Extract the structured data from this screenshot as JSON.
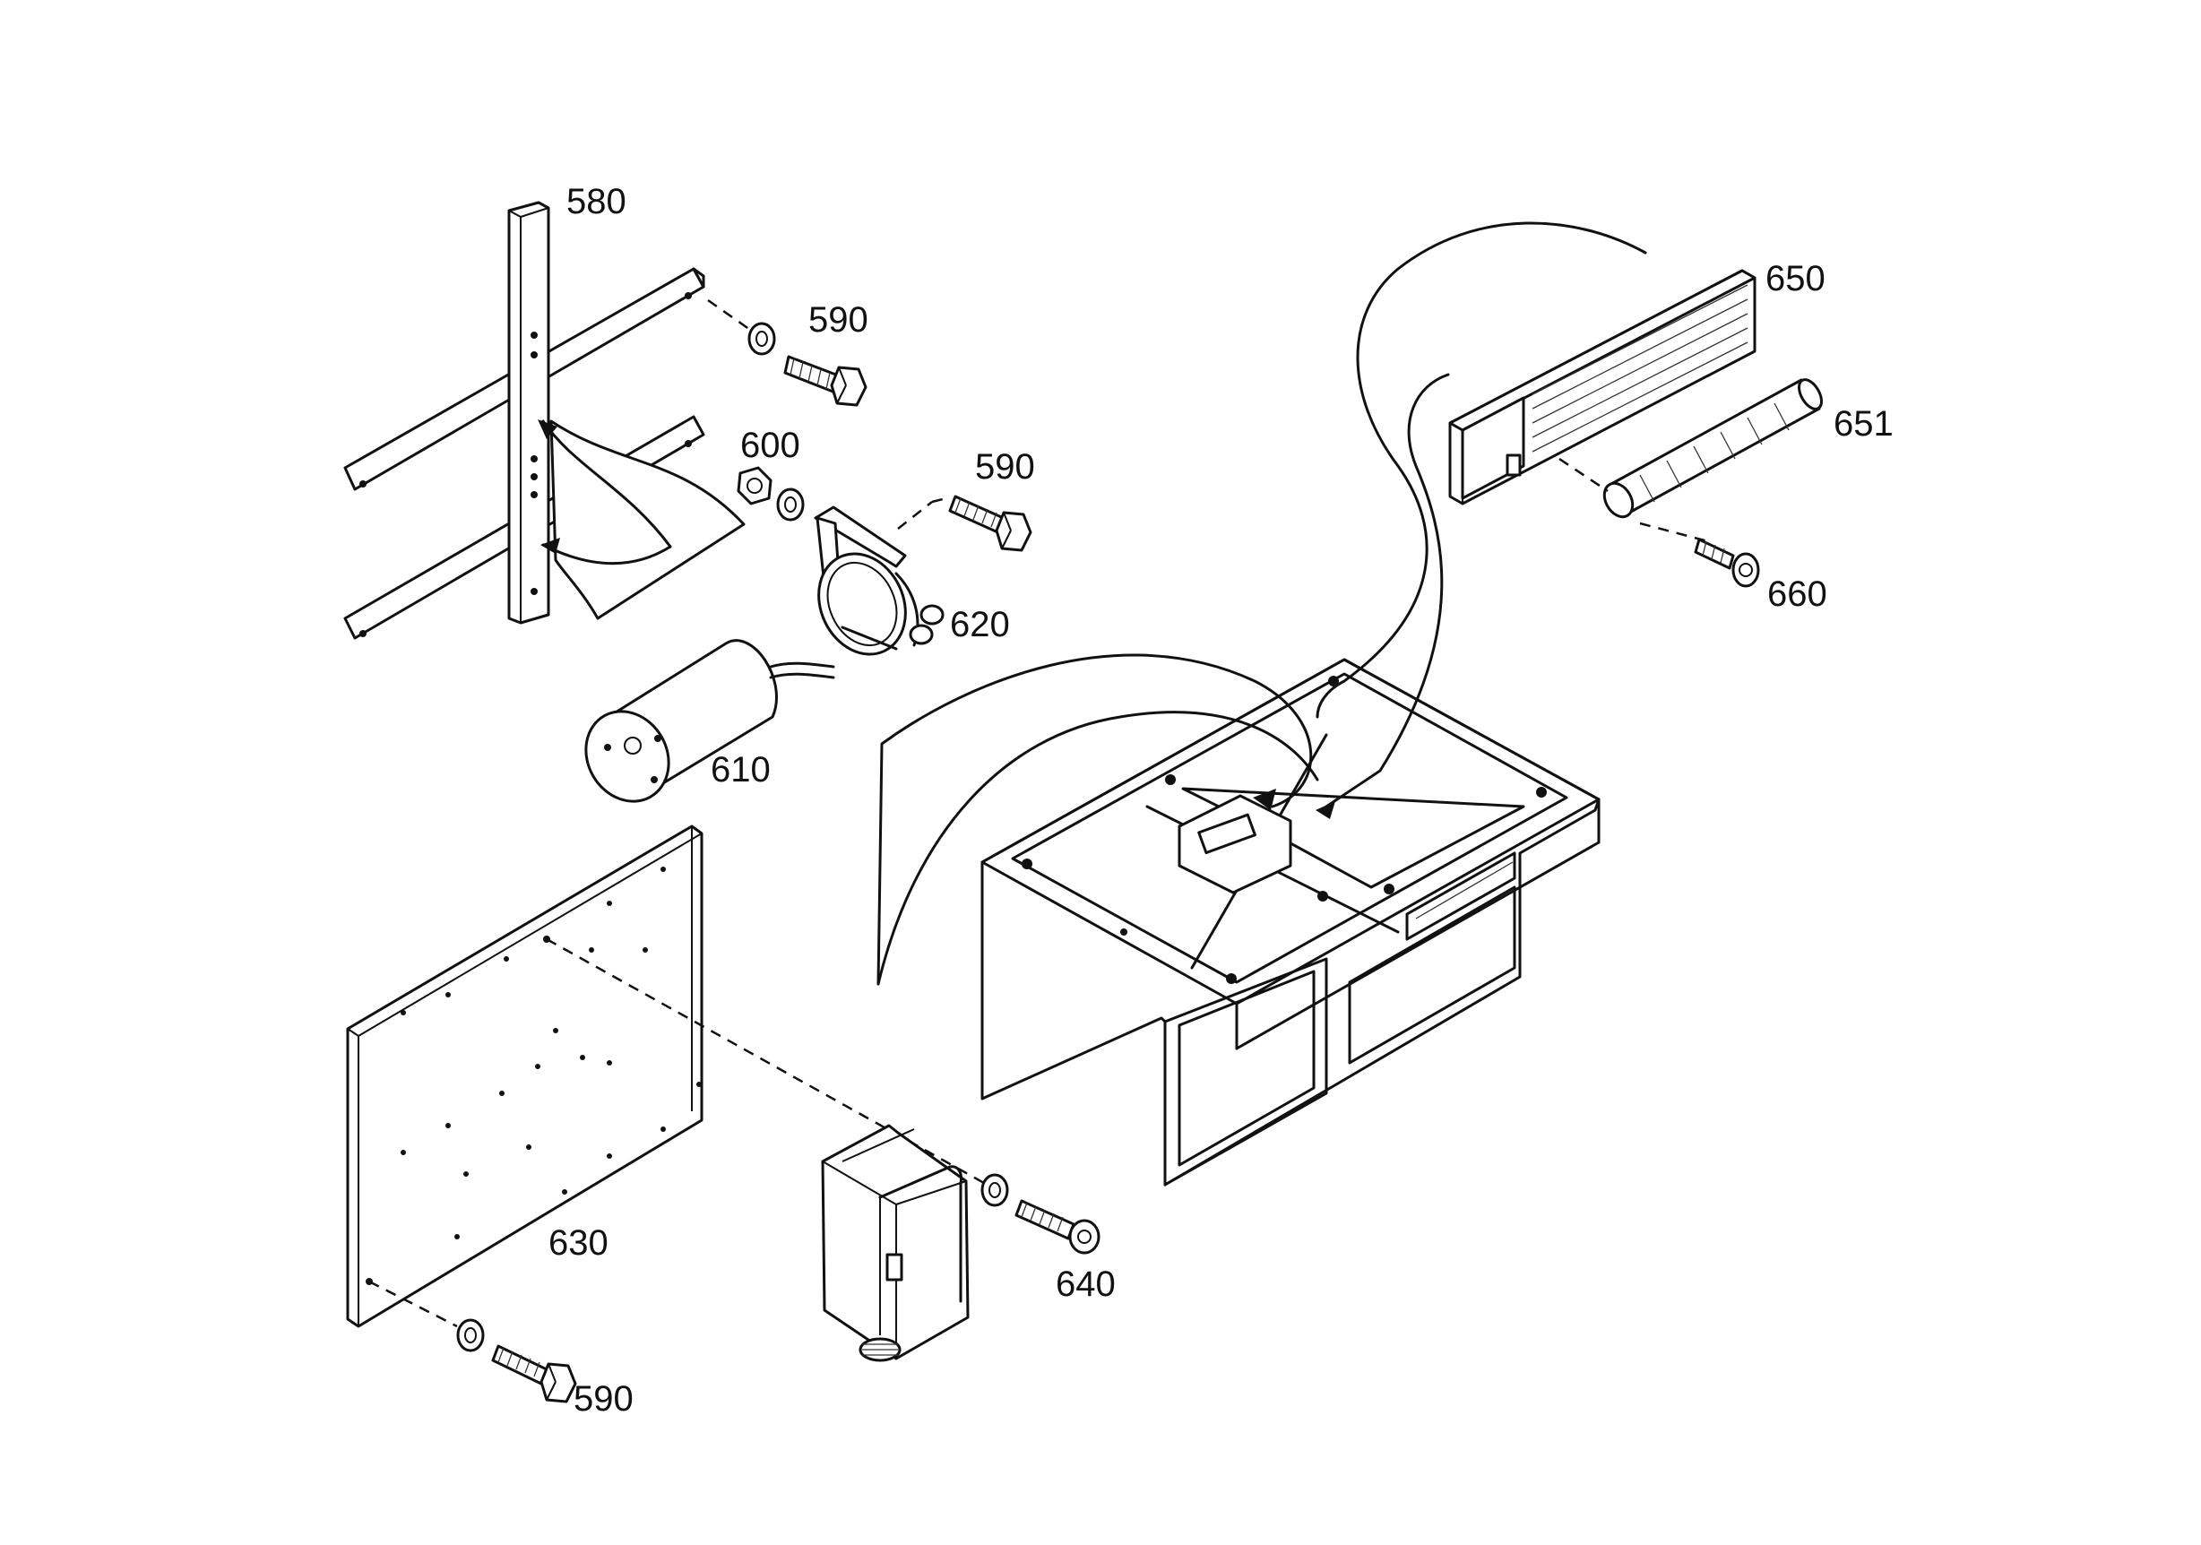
{
  "diagram": {
    "type": "exploded-parts-view",
    "parts": [
      {
        "key": "p580",
        "label": "580",
        "icon": "mounting-bracket-icon"
      },
      {
        "key": "p590a",
        "label": "590",
        "icon": "hex-bolt-icon"
      },
      {
        "key": "p590b",
        "label": "590",
        "icon": "hex-bolt-icon"
      },
      {
        "key": "p590c",
        "label": "590",
        "icon": "hex-bolt-icon"
      },
      {
        "key": "p600",
        "label": "600",
        "icon": "nut-washer-icon"
      },
      {
        "key": "p610",
        "label": "610",
        "icon": "motor-icon"
      },
      {
        "key": "p620",
        "label": "620",
        "icon": "clamp-bracket-icon"
      },
      {
        "key": "p630",
        "label": "630",
        "icon": "mounting-plate-icon"
      },
      {
        "key": "p640",
        "label": "640",
        "icon": "enclosure-box-icon"
      },
      {
        "key": "p650",
        "label": "650",
        "icon": "lamp-housing-icon"
      },
      {
        "key": "p651",
        "label": "651",
        "icon": "tube-lamp-icon"
      },
      {
        "key": "p660",
        "label": "660",
        "icon": "screw-icon"
      }
    ],
    "labels": {
      "p580": "580",
      "p590a": "590",
      "p590b": "590",
      "p590c": "590",
      "p600": "600",
      "p610": "610",
      "p620": "620",
      "p630": "630",
      "p640": "640",
      "p650": "650",
      "p651": "651",
      "p660": "660"
    }
  }
}
